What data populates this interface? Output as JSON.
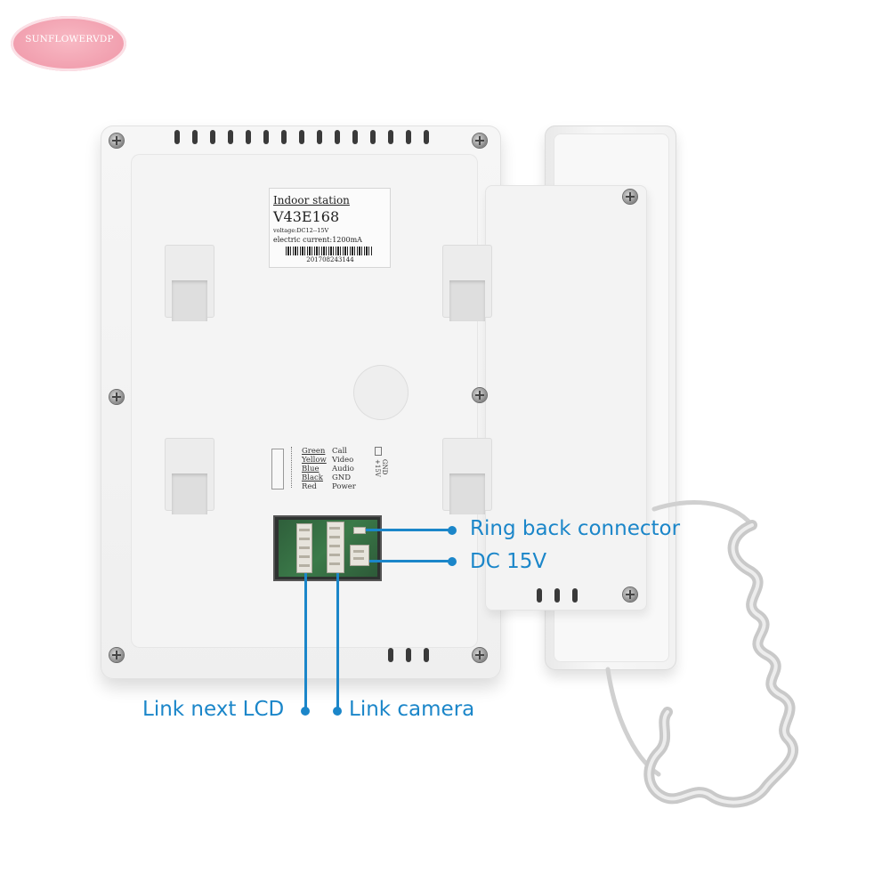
{
  "watermark": {
    "brand": "SUNFLOWERVDP"
  },
  "sticker": {
    "title": "Indoor station",
    "model": "V43E168",
    "voltage": "voltage:DC12--15V",
    "current": "electric current:1200mA",
    "serial": "201708243144"
  },
  "wiring": {
    "rows": [
      {
        "color": "Green",
        "function": "Call"
      },
      {
        "color": "Yellow",
        "function": "Video"
      },
      {
        "color": "Blue",
        "function": "Audio"
      },
      {
        "color": "Black",
        "function": "GND"
      },
      {
        "color": "Red",
        "function": "Power"
      }
    ],
    "power_terminal": "GND +15V"
  },
  "callouts": {
    "ring_back": "Ring back connector",
    "dc": "DC 15V",
    "link_lcd": "Link next LCD",
    "link_camera": "Link camera"
  },
  "colors": {
    "callout_blue": "#1b86c9",
    "logo_pink": "#f2a2b1",
    "device_white": "#f4f4f4"
  }
}
